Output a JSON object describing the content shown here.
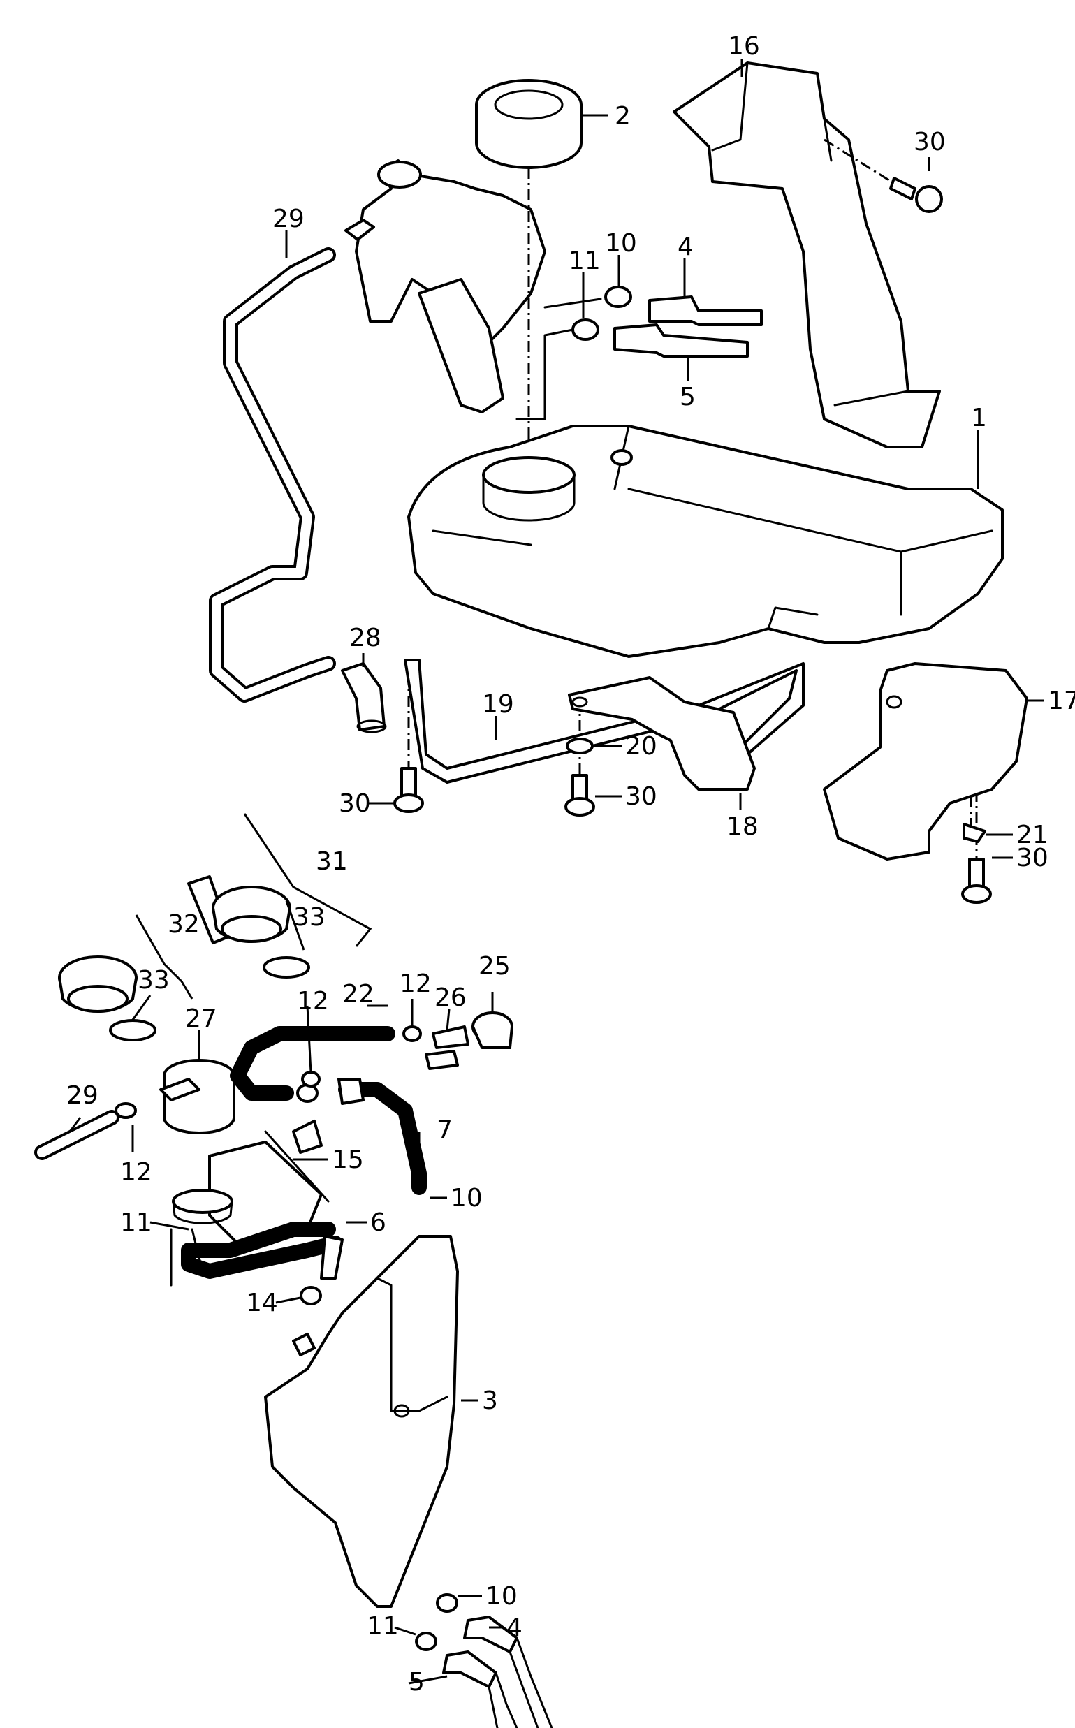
{
  "callouts": [
    {
      "key": "c16",
      "text": "16"
    },
    {
      "key": "c2",
      "text": "2"
    },
    {
      "key": "c30a",
      "text": "30"
    },
    {
      "key": "c29a",
      "text": "29"
    },
    {
      "key": "c10a",
      "text": "10"
    },
    {
      "key": "c4a",
      "text": "4"
    },
    {
      "key": "c11a",
      "text": "11"
    },
    {
      "key": "c5a",
      "text": "5"
    },
    {
      "key": "c1",
      "text": "1"
    },
    {
      "key": "c28",
      "text": "28"
    },
    {
      "key": "c19",
      "text": "19"
    },
    {
      "key": "c20",
      "text": "20"
    },
    {
      "key": "c17",
      "text": "17"
    },
    {
      "key": "c30b",
      "text": "30"
    },
    {
      "key": "c30c",
      "text": "30"
    },
    {
      "key": "c18",
      "text": "18"
    },
    {
      "key": "c21",
      "text": "21"
    },
    {
      "key": "c30d",
      "text": "30"
    },
    {
      "key": "c31",
      "text": "31"
    },
    {
      "key": "c32",
      "text": "32"
    },
    {
      "key": "c33a",
      "text": "33"
    },
    {
      "key": "c33b",
      "text": "33"
    },
    {
      "key": "c25",
      "text": "25"
    },
    {
      "key": "c12a",
      "text": "12"
    },
    {
      "key": "c22",
      "text": "22"
    },
    {
      "key": "c12b",
      "text": "12"
    },
    {
      "key": "c26",
      "text": "26"
    },
    {
      "key": "c27",
      "text": "27"
    },
    {
      "key": "c29b",
      "text": "29"
    },
    {
      "key": "c12c",
      "text": "12"
    },
    {
      "key": "c7",
      "text": "7"
    },
    {
      "key": "c15",
      "text": "15"
    },
    {
      "key": "c10b",
      "text": "10"
    },
    {
      "key": "c11b",
      "text": "11"
    },
    {
      "key": "c6",
      "text": "6"
    },
    {
      "key": "c14",
      "text": "14"
    },
    {
      "key": "c3",
      "text": "3"
    },
    {
      "key": "c10c",
      "text": "10"
    },
    {
      "key": "c11c",
      "text": "11"
    },
    {
      "key": "c4b",
      "text": "4"
    },
    {
      "key": "c5b",
      "text": "5"
    }
  ]
}
